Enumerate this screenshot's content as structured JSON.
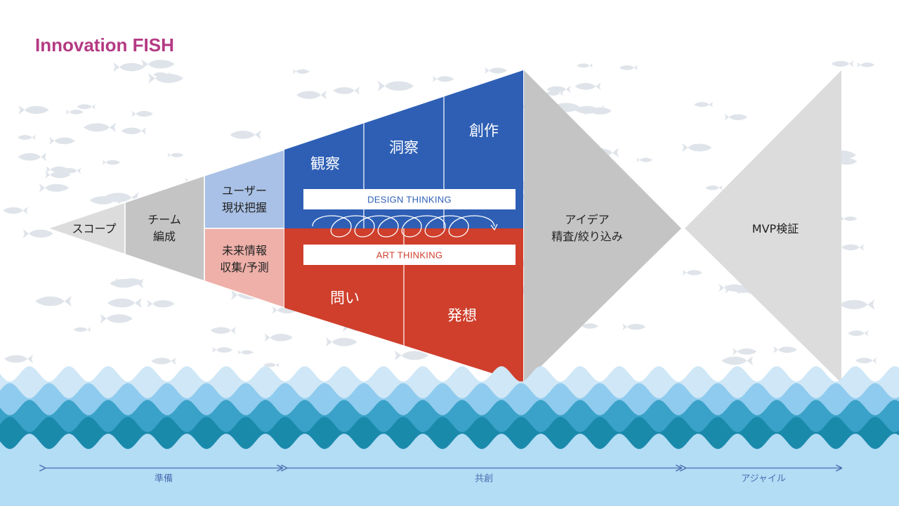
{
  "title": "Innovation FISH",
  "colors": {
    "title": "#b43a83",
    "blue": "#2e5fb5",
    "red": "#cf3f2c",
    "light_blue": "#a9c1e6",
    "light_red": "#eeb0a9",
    "gray": "#c4c4c4",
    "light_gray": "#dcdcdc",
    "fish_school": "#dfe4ea",
    "water_1": "#cfe7f6",
    "water_2": "#8fcbee",
    "water_3": "#3aa2c8",
    "water_4": "#1a8aab",
    "water_5": "#b3dcf5",
    "phase_arrow": "#4a6fb0"
  },
  "segments": {
    "scope": "スコープ",
    "team_1": "チーム",
    "team_2": "編成",
    "user_1": "ユーザー",
    "user_2": "現状把握",
    "future_1": "未来情報",
    "future_2": "収集/予測",
    "observe": "観察",
    "insight": "洞察",
    "create": "創作",
    "question": "問い",
    "ideation": "発想",
    "idea_1": "アイデア",
    "idea_2": "精査/絞り込み",
    "mvp": "MVP検証"
  },
  "bands": {
    "design": "DESIGN THINKING",
    "art": "ART THINKING"
  },
  "phases": {
    "prep": "準備",
    "cocreate": "共創",
    "agile": "アジャイル"
  }
}
